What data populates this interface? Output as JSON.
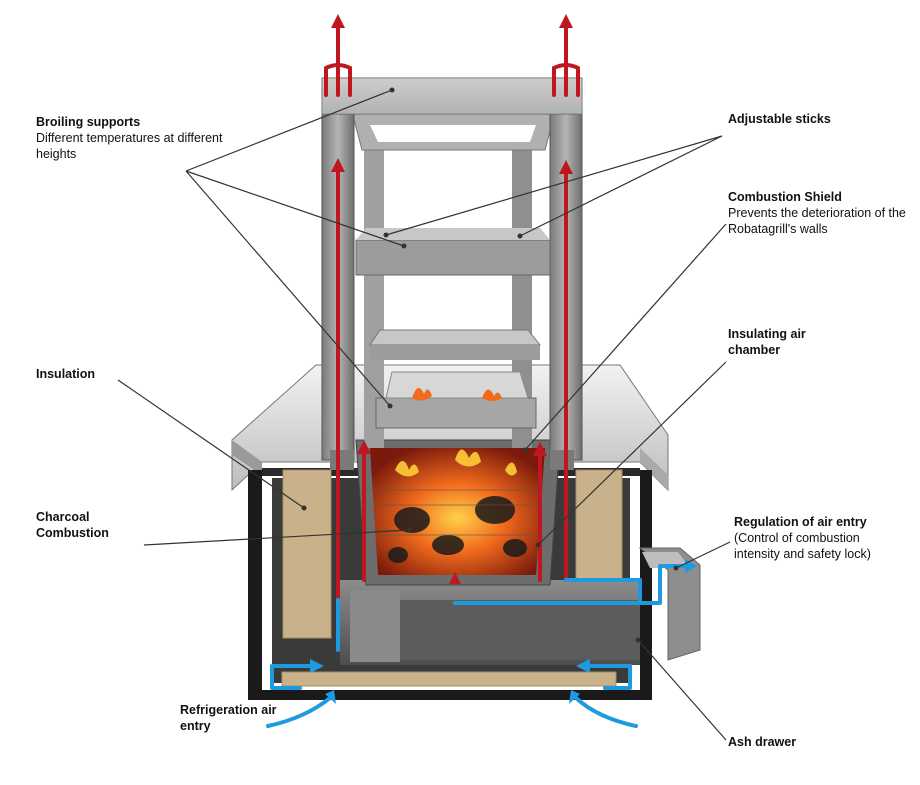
{
  "labels": {
    "broiling_supports": {
      "title": "Broiling supports",
      "desc": "Different temperatures at different heights"
    },
    "adjustable_sticks": {
      "title": "Adjustable sticks"
    },
    "combustion_shield": {
      "title": "Combustion Shield",
      "desc": "Prevents the deterioration of the Robatagrill's walls"
    },
    "insulating_air_chamber": {
      "title": "Insulating air chamber"
    },
    "insulation": {
      "title": "Insulation"
    },
    "charcoal_combustion": {
      "title": "Charcoal Combustion"
    },
    "regulation_air_entry": {
      "title": "Regulation of air entry",
      "desc": "(Control of combustion intensity and safety lock)"
    },
    "refrigeration_air_entry": {
      "title": "Refrigeration air entry"
    },
    "ash_drawer": {
      "title": "Ash drawer"
    }
  },
  "colors": {
    "hot_air": "#c0161f",
    "cold_air": "#1e9be0",
    "insulation": "#c9b28a",
    "steel": "#9b9b9b",
    "steel_dark": "#4a4a4a",
    "fire": "#f26b1d"
  }
}
